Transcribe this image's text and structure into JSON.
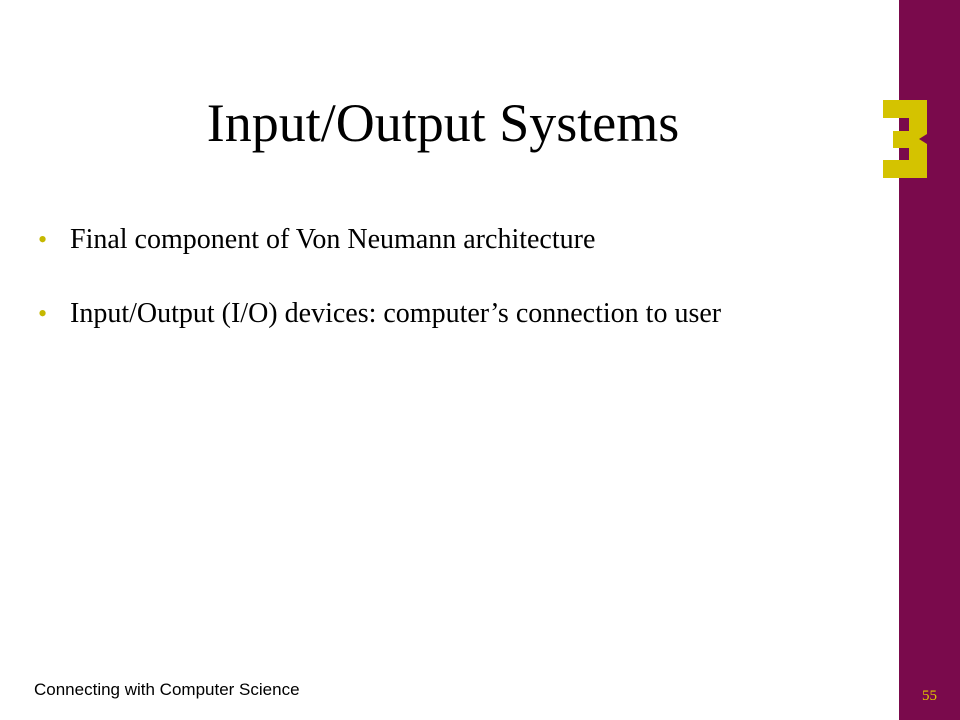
{
  "slide": {
    "title": "Input/Output Systems",
    "bullets": [
      {
        "text": "Final component of Von Neumann architecture"
      },
      {
        "text": "Input/Output (I/O) devices: computer’s connection to user"
      }
    ],
    "bullet_symbol": "•",
    "chapter_number": "3",
    "footer": "Connecting with Computer Science",
    "page_number": "55"
  },
  "colors": {
    "sidebar": "#7a0a4c",
    "accent": "#d4c300",
    "text": "#000000",
    "background": "#ffffff"
  }
}
